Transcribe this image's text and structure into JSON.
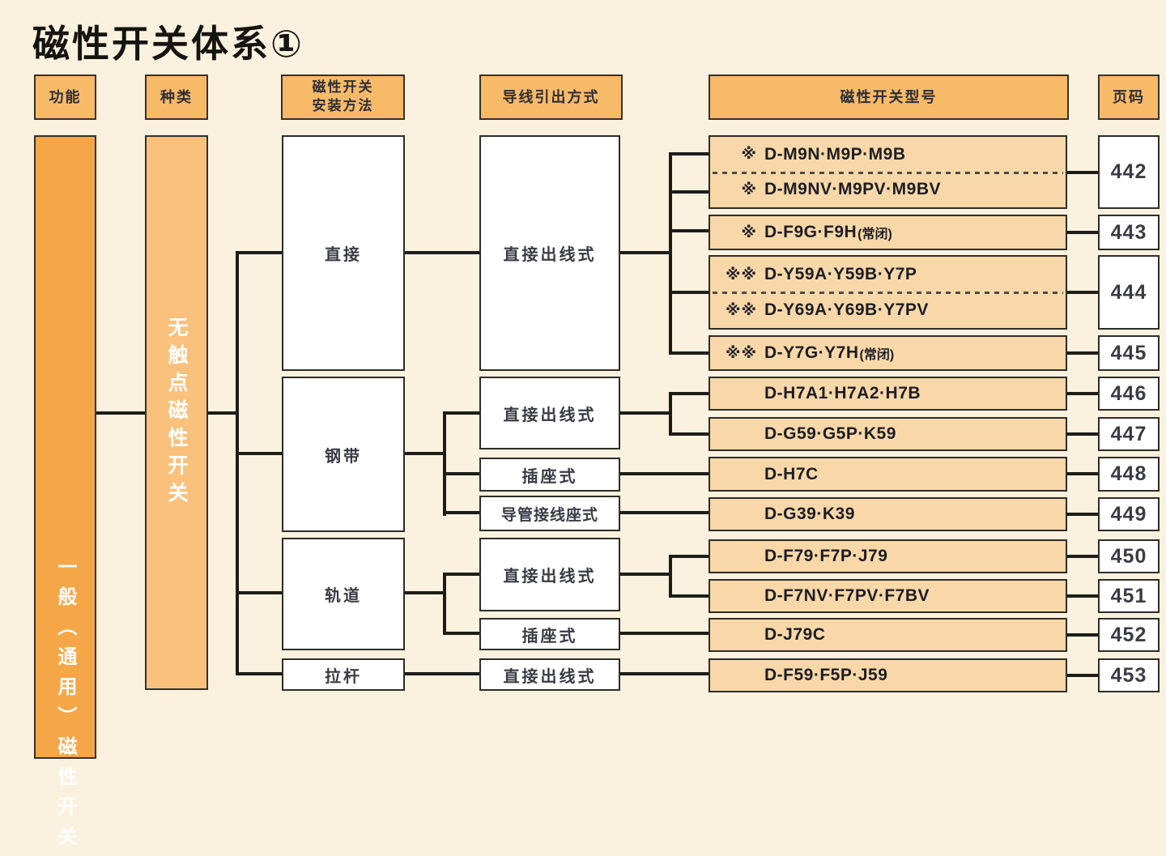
{
  "title": "磁性开关体系①",
  "headers": {
    "function": "功能",
    "type": "种类",
    "mounting_line1": "磁性开关",
    "mounting_line2": "安装方法",
    "lead_wire": "导线引出方式",
    "model": "磁性开关型号",
    "page": "页码"
  },
  "function_column": {
    "label": "一般（通用）磁性开关"
  },
  "type_column": {
    "label": "无触点磁性开关"
  },
  "mounting": [
    {
      "label": "直接"
    },
    {
      "label": "钢带"
    },
    {
      "label": "轨道"
    },
    {
      "label": "拉杆"
    }
  ],
  "lead_wire": [
    {
      "label": "直接出线式"
    },
    {
      "label": "直接出线式"
    },
    {
      "label": "插座式"
    },
    {
      "label": "导管接线座式"
    },
    {
      "label": "直接出线式"
    },
    {
      "label": "插座式"
    },
    {
      "label": "直接出线式"
    }
  ],
  "model_rows": [
    {
      "prefix": "※",
      "label": "D-M9N·M9P·M9B",
      "suffix": ""
    },
    {
      "prefix": "※",
      "label": "D-M9NV·M9PV·M9BV",
      "suffix": ""
    },
    {
      "prefix": "※",
      "label": "D-F9G·F9H",
      "suffix": "(常闭)"
    },
    {
      "prefix": "※※",
      "label": "D-Y59A·Y59B·Y7P",
      "suffix": ""
    },
    {
      "prefix": "※※",
      "label": "D-Y69A·Y69B·Y7PV",
      "suffix": ""
    },
    {
      "prefix": "※※",
      "label": "D-Y7G·Y7H",
      "suffix": "(常闭)"
    },
    {
      "prefix": "",
      "label": "D-H7A1·H7A2·H7B",
      "suffix": ""
    },
    {
      "prefix": "",
      "label": "D-G59·G5P·K59",
      "suffix": ""
    },
    {
      "prefix": "",
      "label": "D-H7C",
      "suffix": ""
    },
    {
      "prefix": "",
      "label": "D-G39·K39",
      "suffix": ""
    },
    {
      "prefix": "",
      "label": "D-F79·F7P·J79",
      "suffix": ""
    },
    {
      "prefix": "",
      "label": "D-F7NV·F7PV·F7BV",
      "suffix": ""
    },
    {
      "prefix": "",
      "label": "D-J79C",
      "suffix": ""
    },
    {
      "prefix": "",
      "label": "D-F59·F5P·J59",
      "suffix": ""
    }
  ],
  "pages": [
    "442",
    "443",
    "444",
    "445",
    "446",
    "447",
    "448",
    "449",
    "450",
    "451",
    "452",
    "453"
  ],
  "colors": {
    "background": "#fbf1df",
    "header_fill": "#f7ba69",
    "function_column_fill": "#f5a747",
    "type_column_fill": "#f9c17c",
    "model_fill": "#f8d8a8",
    "line": "#1d1c19",
    "border": "#2e2d28"
  }
}
